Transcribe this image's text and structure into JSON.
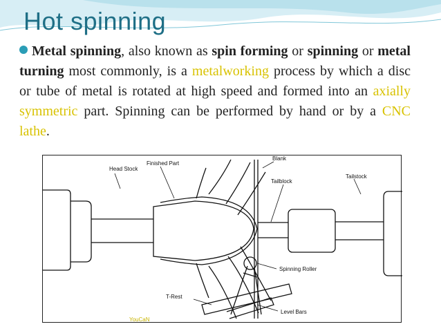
{
  "slide": {
    "title": "Hot spinning",
    "paragraph": {
      "seg1_bold": "Metal spinning",
      "seg2": ", also known as ",
      "seg3_bold": "spin forming",
      "seg4": " or ",
      "seg5_bold": "spinning",
      "seg6": " or ",
      "seg7_bold": "metal turning",
      "seg8": " most commonly, is a ",
      "seg9_link": "metalworking",
      "seg10": " process by which a disc or tube of metal is rotated at high speed and formed into an ",
      "seg11_link": "axially symmetric",
      "seg12": " part. Spinning can be performed by hand or by a ",
      "seg13_link": "CNC lathe",
      "seg14": "."
    },
    "link_color": "#d8c200",
    "title_color": "#1f6f86",
    "bullet_color": "#2a9db6"
  },
  "figure": {
    "labels": {
      "head_stock": "Head Stock",
      "finished_part": "Finished Part",
      "blank": "Blank",
      "tailblock": "Tailblock",
      "tailstock": "Tailstock",
      "spinning_roller": "Spinning Roller",
      "t_rest": "T-Rest",
      "level_bars": "Level Bars"
    },
    "credit": "YouCaN"
  }
}
